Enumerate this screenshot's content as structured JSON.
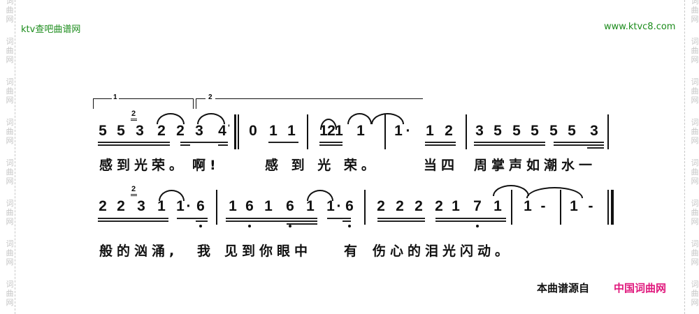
{
  "header": {
    "site_left": "ktv查吧曲谱网",
    "site_right": "www.ktvc8.com"
  },
  "watermark": "词曲网",
  "colors": {
    "header_green": "#1c8c1c",
    "brand_magenta": "#e0197d"
  },
  "score": {
    "volta_1": "1",
    "volta_2": "2",
    "line1": {
      "notes": [
        "5",
        "5",
        "3",
        "2",
        "2",
        "3",
        "4",
        "0",
        "1",
        "1",
        "1",
        "2",
        "1",
        "1",
        "1",
        "·",
        "1",
        "2",
        "3",
        "5",
        "5",
        "5",
        "5",
        "5",
        "3"
      ],
      "grace": "2",
      "lyrics": [
        "感到光荣。",
        "啊!",
        "感 到 光 荣。",
        "当四",
        "周掌声如潮水一"
      ]
    },
    "line2": {
      "notes": [
        "2",
        "2",
        "3",
        "1",
        "1",
        "·",
        "6",
        "1",
        "6",
        "1",
        "6",
        "1",
        "1",
        "·",
        "6",
        "2",
        "2",
        "2",
        "2",
        "1",
        "7",
        "1",
        "1",
        "-",
        "1",
        "-"
      ],
      "grace": "2",
      "lyrics": [
        "般的汹涌,",
        "我",
        "见到你眼中",
        "有",
        "伤心的泪光闪动。"
      ]
    }
  },
  "footer": {
    "source_label": "本曲谱源自",
    "source_site": "中国词曲网"
  }
}
